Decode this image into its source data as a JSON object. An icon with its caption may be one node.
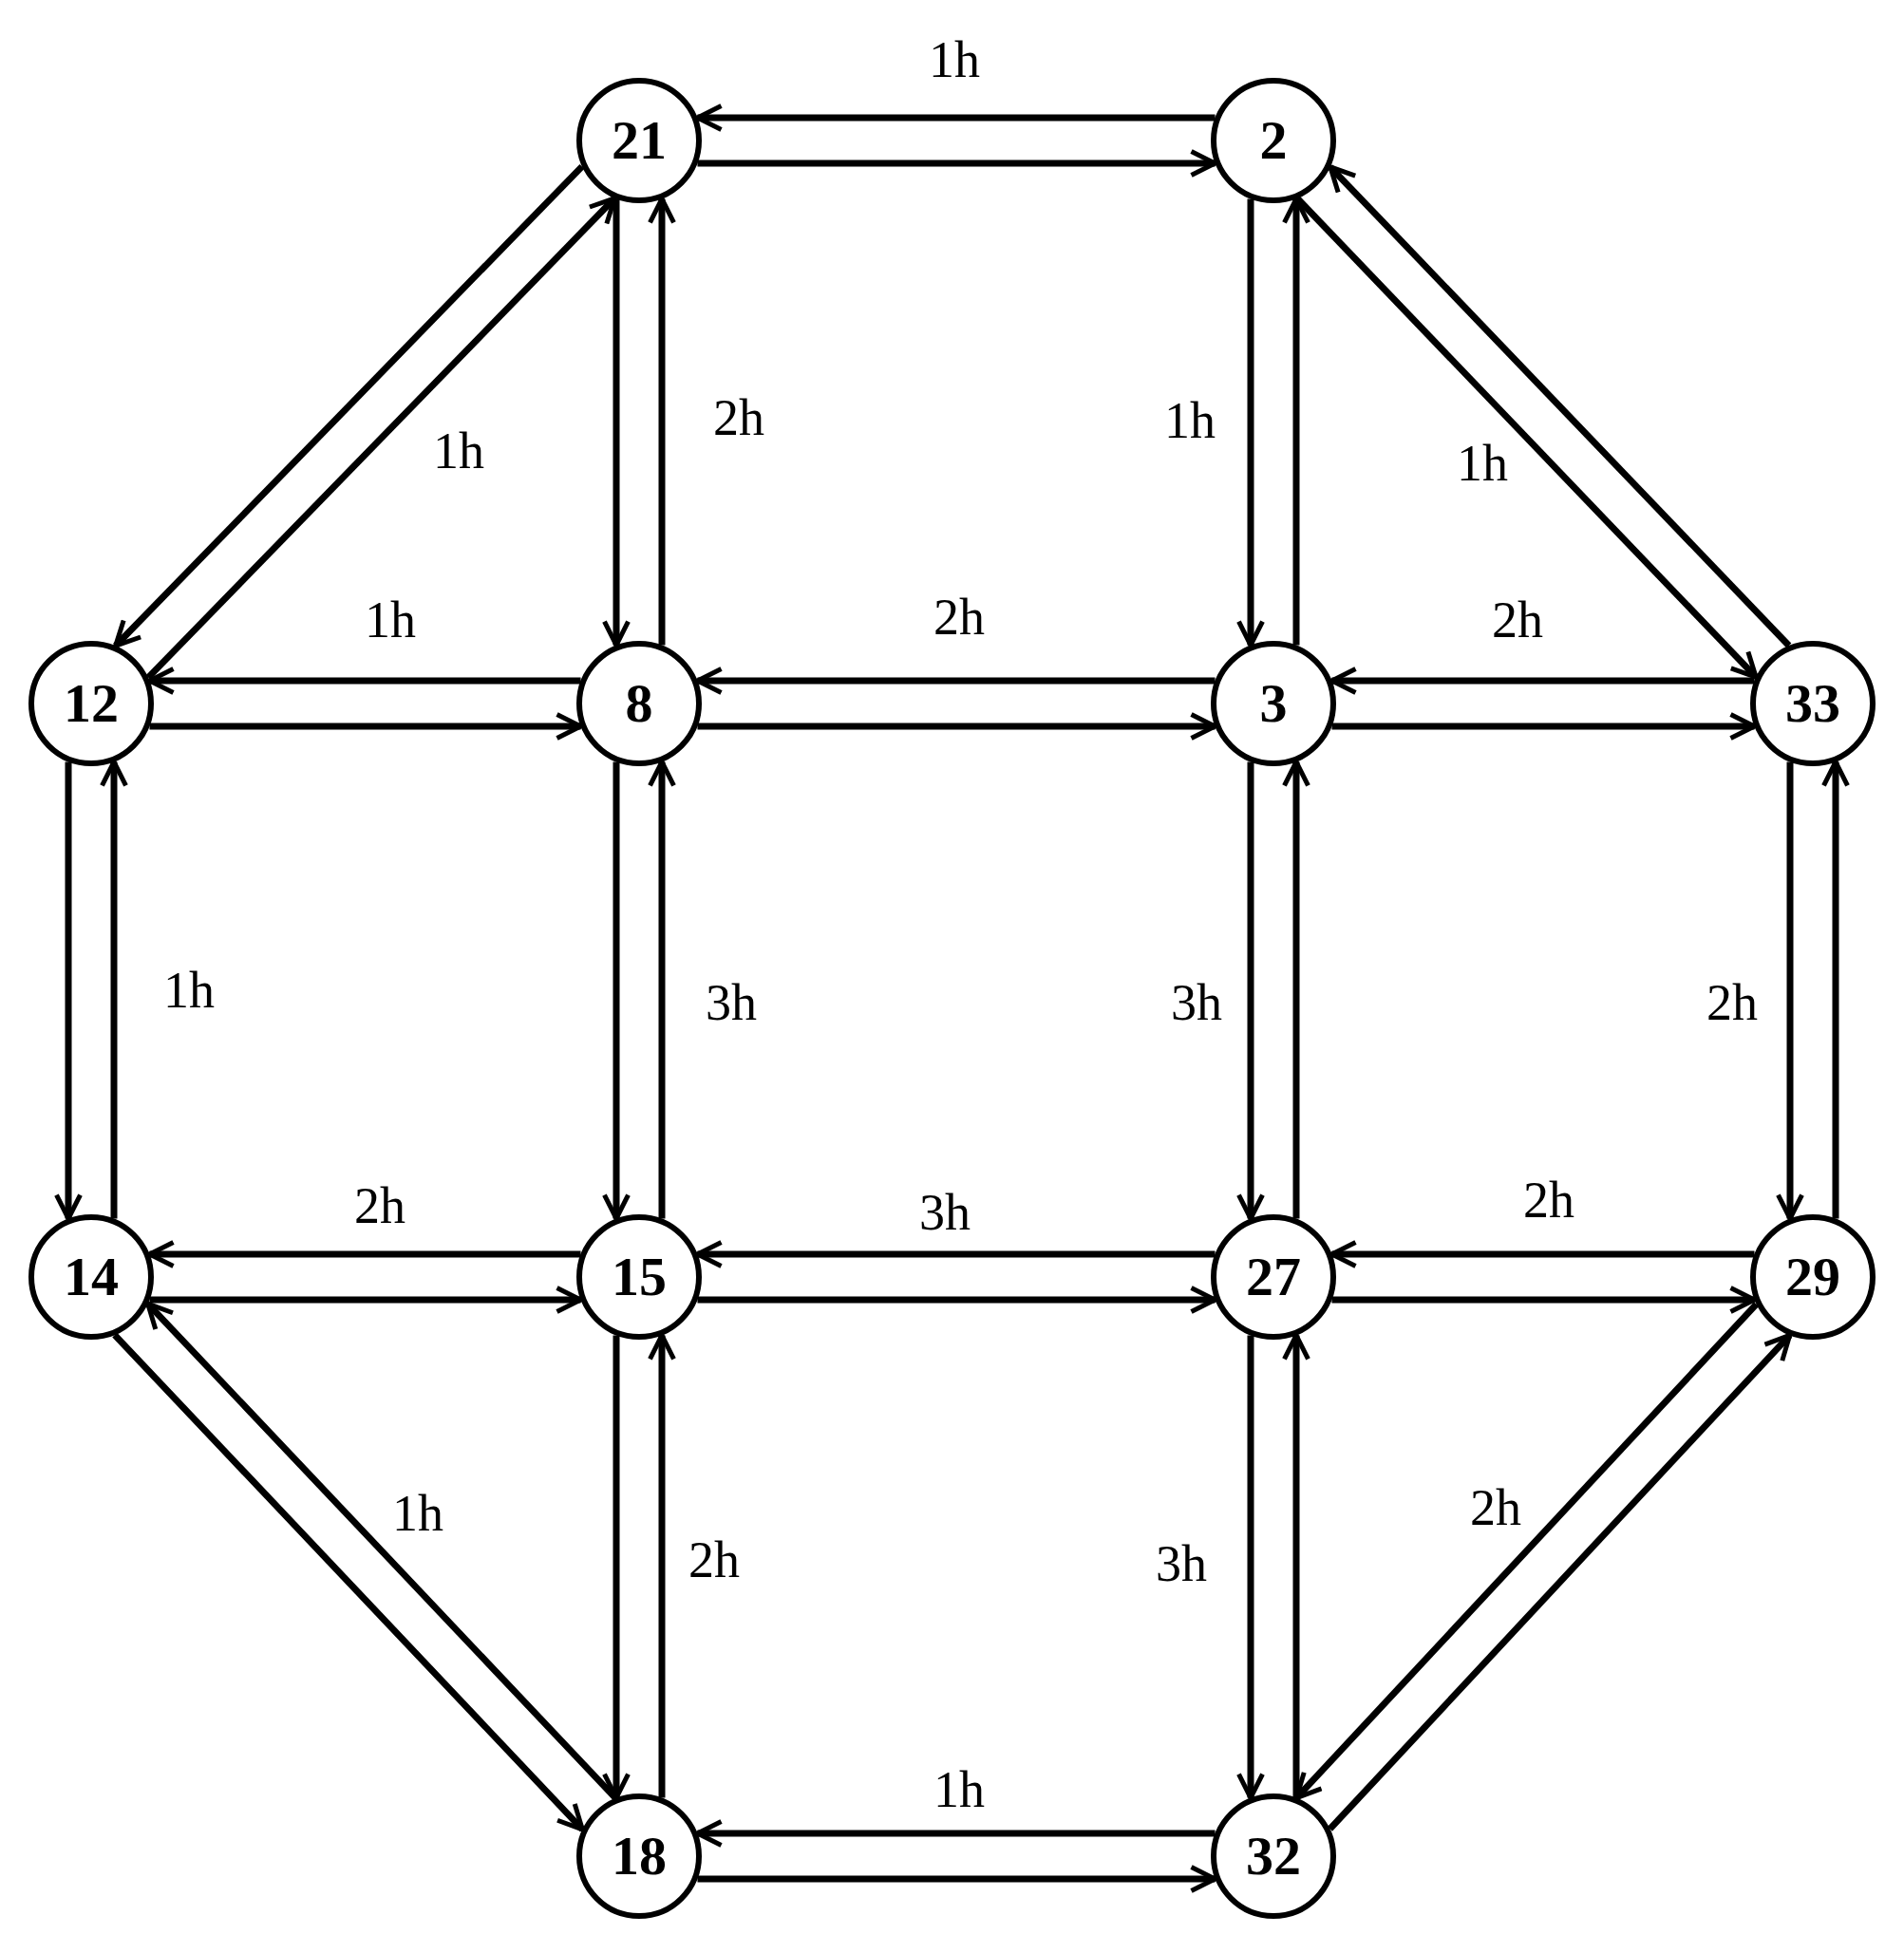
{
  "diagram": {
    "nodes": [
      {
        "text": [
          "21"
        ]
      },
      {
        "text": [
          "2"
        ]
      },
      {
        "text": [
          "12"
        ]
      },
      {
        "text": [
          "8"
        ]
      },
      {
        "text": [
          "3"
        ]
      },
      {
        "text": [
          "33"
        ]
      },
      {
        "text": [
          "14"
        ]
      },
      {
        "text": [
          "15"
        ]
      },
      {
        "text": [
          "27"
        ]
      },
      {
        "text": [
          "29"
        ]
      },
      {
        "text": [
          "18"
        ]
      },
      {
        "text": [
          "32"
        ]
      }
    ],
    "edges": [
      {
        "from": 1,
        "to": 0,
        "arrow": "to",
        "label": "1h"
      },
      {
        "from": 0,
        "to": 1,
        "arrow": "to"
      },
      {
        "from": 2,
        "to": 0,
        "arrow": "to",
        "label": "1h"
      },
      {
        "from": 0,
        "to": 2,
        "arrow": "to"
      },
      {
        "from": 3,
        "to": 0,
        "arrow": "to",
        "label": "2h"
      },
      {
        "from": 0,
        "to": 3,
        "arrow": "to"
      },
      {
        "from": 1,
        "to": 4,
        "arrow": "to",
        "label": "1h"
      },
      {
        "from": 4,
        "to": 1,
        "arrow": "to"
      },
      {
        "from": 1,
        "to": 5,
        "arrow": "to",
        "label": "1h"
      },
      {
        "from": 5,
        "to": 1,
        "arrow": "to"
      },
      {
        "from": 3,
        "to": 2,
        "arrow": "to",
        "label": "1h"
      },
      {
        "from": 2,
        "to": 3,
        "arrow": "to"
      },
      {
        "from": 4,
        "to": 3,
        "arrow": "to",
        "label": "2h"
      },
      {
        "from": 3,
        "to": 4,
        "arrow": "to"
      },
      {
        "from": 5,
        "to": 4,
        "arrow": "to",
        "label": "2h"
      },
      {
        "from": 4,
        "to": 5,
        "arrow": "to"
      },
      {
        "from": 6,
        "to": 2,
        "arrow": "to",
        "label": "1h"
      },
      {
        "from": 2,
        "to": 6,
        "arrow": "to"
      },
      {
        "from": 7,
        "to": 3,
        "arrow": "to",
        "label": "3h"
      },
      {
        "from": 3,
        "to": 7,
        "arrow": "to"
      },
      {
        "from": 4,
        "to": 8,
        "arrow": "to",
        "label": "3h"
      },
      {
        "from": 8,
        "to": 4,
        "arrow": "to"
      },
      {
        "from": 5,
        "to": 9,
        "arrow": "to",
        "label": "2h"
      },
      {
        "from": 9,
        "to": 5,
        "arrow": "to"
      },
      {
        "from": 7,
        "to": 6,
        "arrow": "to",
        "label": "2h"
      },
      {
        "from": 6,
        "to": 7,
        "arrow": "to"
      },
      {
        "from": 8,
        "to": 7,
        "arrow": "to",
        "label": "3h"
      },
      {
        "from": 7,
        "to": 8,
        "arrow": "to"
      },
      {
        "from": 9,
        "to": 8,
        "arrow": "to",
        "label": "2h"
      },
      {
        "from": 8,
        "to": 9,
        "arrow": "to"
      },
      {
        "from": 10,
        "to": 6,
        "arrow": "to",
        "label": "1h"
      },
      {
        "from": 6,
        "to": 10,
        "arrow": "to"
      },
      {
        "from": 10,
        "to": 7,
        "arrow": "to",
        "label": "2h"
      },
      {
        "from": 7,
        "to": 10,
        "arrow": "to"
      },
      {
        "from": 8,
        "to": 11,
        "arrow": "to",
        "label": "3h"
      },
      {
        "from": 11,
        "to": 8,
        "arrow": "to"
      },
      {
        "from": 9,
        "to": 11,
        "arrow": "to",
        "label": "2h"
      },
      {
        "from": 11,
        "to": 9,
        "arrow": "to"
      },
      {
        "from": 11,
        "to": 10,
        "arrow": "to",
        "label": "1h"
      },
      {
        "from": 10,
        "to": 11,
        "arrow": "to"
      }
    ]
  }
}
